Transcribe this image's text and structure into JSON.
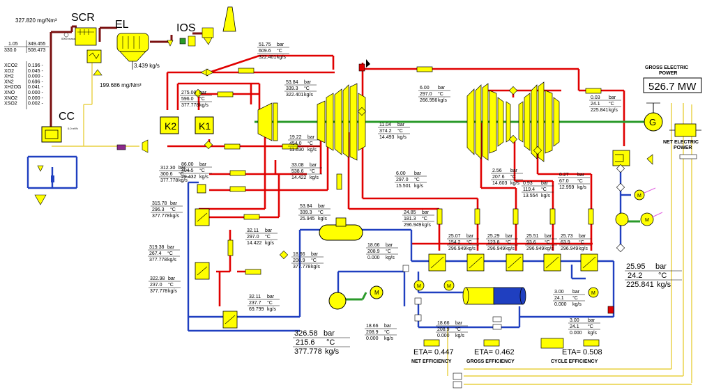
{
  "components": {
    "scr": "SCR",
    "el": "EL",
    "ios": "IOS",
    "cc": "CC",
    "k1": "K1",
    "k2": "K2",
    "generator": "G",
    "motor": "M"
  },
  "top_left": {
    "stack_conc": "327.820  mg/Nm³",
    "el_conc": "199.686  mg/Nm³",
    "el_flow": "3.439  kg/s",
    "small_label": "0000  mass",
    "cc_small_label": "0.0  m³/h",
    "table_row1_left": "1.05",
    "table_row1_right": "349.455",
    "table_row2_left": "330.0",
    "table_row2_right": "508.473"
  },
  "flue_gas": [
    {
      "name": "XCO2",
      "value": "0.196 -"
    },
    {
      "name": "XO2",
      "value": "0.045 -"
    },
    {
      "name": "XH2",
      "value": "0.000 -"
    },
    {
      "name": "XN2",
      "value": "0.696 -"
    },
    {
      "name": "XH2OG",
      "value": "0.041 -"
    },
    {
      "name": "XNO",
      "value": "0.000 -"
    },
    {
      "name": "XNO2",
      "value": "0.000 -"
    },
    {
      "name": "XSO2",
      "value": "0.002 -"
    }
  ],
  "streams": {
    "s_a": {
      "p": "51.75",
      "p_u": "bar",
      "t": "609.6",
      "t_u": "°C",
      "m": "322.401",
      "m_u": "kg/s"
    },
    "s_b": {
      "p": "53.84",
      "p_u": "bar",
      "t": "339.3",
      "t_u": "°C",
      "m": "322.401",
      "m_u": "kg/s"
    },
    "s_c": {
      "p": "275.00",
      "p_u": "bar",
      "t": "596.0",
      "t_u": "°C",
      "m": "377.778",
      "m_u": "kg/s"
    },
    "s_d": {
      "p": "6.00",
      "p_u": "bar",
      "t": "297.0",
      "t_u": "°C",
      "m": "266.956",
      "m_u": "kg/s"
    },
    "s_e": {
      "p": "0.03",
      "p_u": "bar",
      "t": "24.1",
      "t_u": "°C",
      "m": "225.841",
      "m_u": "kg/s"
    },
    "s_f": {
      "p": "19.22",
      "p_u": "bar",
      "t": "454.0",
      "t_u": "°C",
      "m": "11.030",
      "m_u": "kg/s"
    },
    "s_g": {
      "p": "11.04",
      "p_u": "bar",
      "t": "374.2",
      "t_u": "°C",
      "m": "14.493",
      "m_u": "kg/s"
    },
    "s_h": {
      "p": "312.30",
      "p_u": "bar",
      "t": "300.6",
      "t_u": "°C",
      "m": "377.778",
      "m_u": "kg/s"
    },
    "s_i": {
      "p": "86.00",
      "p_u": "bar",
      "t": "404.5",
      "t_u": "°C",
      "m": "29.432",
      "m_u": "kg/s"
    },
    "s_j": {
      "p": "33.08",
      "p_u": "bar",
      "t": "538.6",
      "t_u": "°C",
      "m": "14.422",
      "m_u": "kg/s"
    },
    "s_k": {
      "p": "6.00",
      "p_u": "bar",
      "t": "297.0",
      "t_u": "°C",
      "m": "15.501",
      "m_u": "kg/s"
    },
    "s_l": {
      "p": "2.56",
      "p_u": "bar",
      "t": "207.6",
      "t_u": "°C",
      "m": "14.603",
      "m_u": "kg/s"
    },
    "s_m": {
      "p": "0.93",
      "p_u": "bar",
      "t": "119.4",
      "t_u": "°C",
      "m": "13.554",
      "m_u": "kg/s"
    },
    "s_n": {
      "p": "0.27",
      "p_u": "bar",
      "t": "67.0",
      "t_u": "°C",
      "m": "12.959",
      "m_u": "kg/s"
    },
    "s_o": {
      "p": "315.78",
      "p_u": "bar",
      "t": "296.3",
      "t_u": "°C",
      "m": "377.778",
      "m_u": "kg/s"
    },
    "s_p": {
      "p": "53.84",
      "p_u": "bar",
      "t": "339.3",
      "t_u": "°C",
      "m": "25.945",
      "m_u": "kg/s"
    },
    "s_q": {
      "p": "24.85",
      "p_u": "bar",
      "t": "181.3",
      "t_u": "°C",
      "m": "296.949",
      "m_u": "kg/s"
    },
    "s_r": {
      "p": "32.11",
      "p_u": "bar",
      "t": "297.0",
      "t_u": "°C",
      "m": "14.422",
      "m_u": "kg/s"
    },
    "s_s": {
      "p": "25.07",
      "p_u": "bar",
      "t": "154.2",
      "t_u": "°C",
      "m": "296.949",
      "m_u": "kg/s"
    },
    "s_t": {
      "p": "25.29",
      "p_u": "bar",
      "t": "123.8",
      "t_u": "°C",
      "m": "296.949",
      "m_u": "kg/s"
    },
    "s_u": {
      "p": "25.51",
      "p_u": "bar",
      "t": "93.6",
      "t_u": "°C",
      "m": "296.949",
      "m_u": "kg/s"
    },
    "s_v": {
      "p": "25.73",
      "p_u": "bar",
      "t": "63.9",
      "t_u": "°C",
      "m": "296.949",
      "m_u": "kg/s"
    },
    "s_w": {
      "p": "319.38",
      "p_u": "bar",
      "t": "267.4",
      "t_u": "°C",
      "m": "377.778",
      "m_u": "kg/s"
    },
    "s_x": {
      "p": "18.66",
      "p_u": "bar",
      "t": "208.9",
      "t_u": "°C",
      "m": "377.778",
      "m_u": "kg/s"
    },
    "s_y": {
      "p": "18.66",
      "p_u": "bar",
      "t": "208.9",
      "t_u": "°C",
      "m": "0.000",
      "m_u": "kg/s"
    },
    "s_z": {
      "p": "322.98",
      "p_u": "bar",
      "t": "237.0",
      "t_u": "°C",
      "m": "377.778",
      "m_u": "kg/s"
    },
    "s_aa": {
      "p": "32.11",
      "p_u": "bar",
      "t": "237.7",
      "t_u": "°C",
      "m": "69.799",
      "m_u": "kg/s"
    },
    "s_ab": {
      "p": "3.00",
      "p_u": "bar",
      "t": "24.1",
      "t_u": "°C",
      "m": "0.000",
      "m_u": "kg/s"
    },
    "s_ac": {
      "p": "3.00",
      "p_u": "bar",
      "t": "24.1",
      "t_u": "°C",
      "m": "0.000",
      "m_u": "kg/s"
    },
    "s_ad": {
      "p": "18.66",
      "p_u": "bar",
      "t": "208.9",
      "t_u": "°C",
      "m": "0.000",
      "m_u": "kg/s"
    },
    "s_ae": {
      "p": "18.66",
      "p_u": "bar",
      "t": "208.9",
      "t_u": "°C",
      "m": "0.000",
      "m_u": "kg/s"
    }
  },
  "big_streams": {
    "feed": {
      "p": "326.58",
      "p_u": "bar",
      "t": "215.6",
      "t_u": "°C",
      "m": "377.778",
      "m_u": "kg/s"
    },
    "cond": {
      "p": "25.95",
      "p_u": "bar",
      "t": "24.2",
      "t_u": "°C",
      "m": "225.841",
      "m_u": "kg/s"
    }
  },
  "power": {
    "gross_label": "GROSS ELECTRIC POWER",
    "gross_value": "526.7  MW",
    "net_label": "NET ELECTRIC POWER"
  },
  "efficiency": {
    "net": {
      "eta": "ETA= 0.447",
      "label": "NET EFFICIENCY"
    },
    "gross": {
      "eta": "ETA= 0.462",
      "label": "GROSS EFFICIENCY"
    },
    "cycle": {
      "eta": "ETA= 0.508",
      "label": "CYCLE EFFICIENCY"
    }
  },
  "colors": {
    "steam": "#e00000",
    "water": "#1f3fc0",
    "shaft": "#2a9a2a",
    "flue": "#7a1010",
    "signal": "#f0e060",
    "equipment": "#ffff00"
  }
}
